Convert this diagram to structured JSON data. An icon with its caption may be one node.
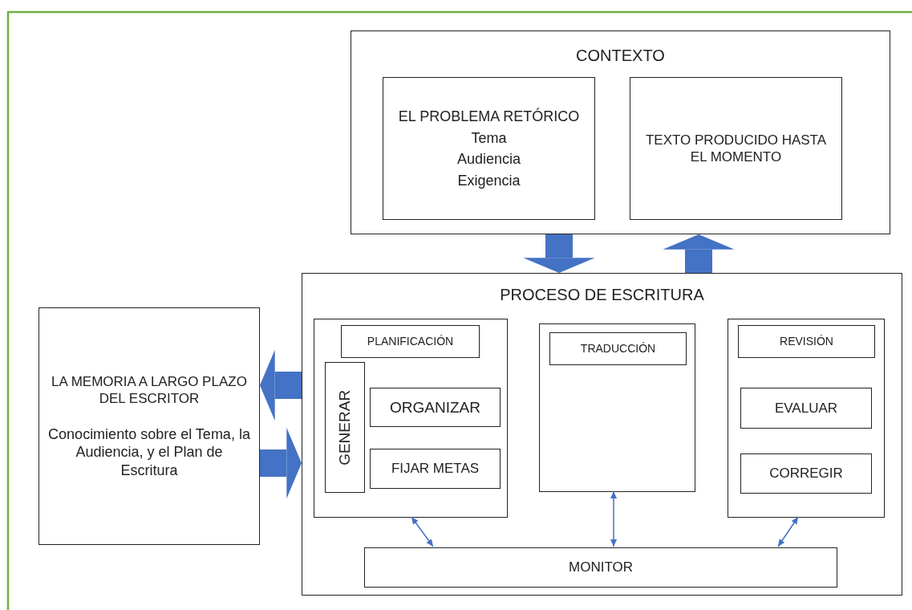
{
  "diagram": {
    "nodes": [
      {
        "text": [
          "CONTEXTO"
        ]
      },
      {
        "text": [
          "EL PROBLEMA RETÓRICO",
          "Tema",
          "Audiencia",
          "Exigencia"
        ],
        "in": 0
      },
      {
        "text": [
          "TEXTO PRODUCIDO HASTA EL MOMENTO"
        ],
        "in": 0
      },
      {
        "text": [
          "PROCESO DE ESCRITURA"
        ]
      },
      {
        "text": [],
        "shape": "box",
        "in": 3
      },
      {
        "text": [
          "PLANIFICACIÓN"
        ],
        "in": 4
      },
      {
        "text": [
          "GENERAR"
        ],
        "in": 4
      },
      {
        "text": [
          "ORGANIZAR"
        ],
        "in": 4
      },
      {
        "text": [
          "FIJAR METAS"
        ],
        "in": 4
      },
      {
        "text": [],
        "shape": "box",
        "in": 3
      },
      {
        "text": [
          "TRADUCCIÓN"
        ],
        "in": 9
      },
      {
        "text": [],
        "shape": "box",
        "in": 3
      },
      {
        "text": [
          "REVISIÓN"
        ],
        "in": 11
      },
      {
        "text": [
          "EVALUAR"
        ],
        "in": 11
      },
      {
        "text": [
          "CORREGIR"
        ],
        "in": 11
      },
      {
        "text": [
          "MONITOR"
        ],
        "in": 3
      },
      {
        "text": [
          "LA MEMORIA A LARGO PLAZO DEL ESCRITOR",
          "Conocimiento sobre el Tema, la Audiencia, y el Plan de Escritura"
        ]
      }
    ],
    "edges": [
      {
        "from": 0,
        "to": 3,
        "arrow": "to"
      },
      {
        "from": 3,
        "to": 0,
        "arrow": "to"
      },
      {
        "from": 3,
        "to": 16,
        "arrow": "to"
      },
      {
        "from": 16,
        "to": 3,
        "arrow": "to"
      },
      {
        "from": 4,
        "to": 15,
        "arrow": "both"
      },
      {
        "from": 9,
        "to": 15,
        "arrow": "both"
      },
      {
        "from": 11,
        "to": 15,
        "arrow": "both"
      }
    ]
  }
}
